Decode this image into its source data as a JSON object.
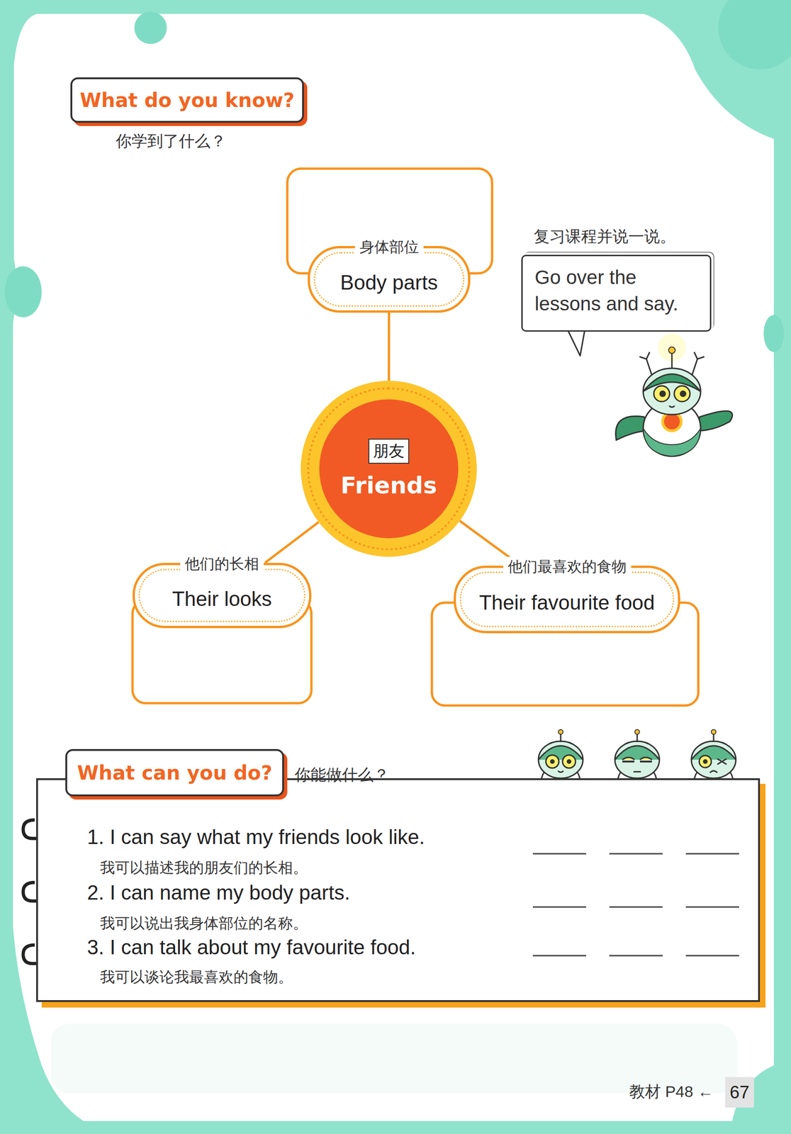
{
  "diagram": {
    "nodes": [
      {
        "text": [
          "What do you know?"
        ]
      },
      {
        "text": [
          "身体部位",
          "Body parts"
        ]
      },
      {
        "text": [
          "朋友",
          "Friends"
        ]
      },
      {
        "text": [
          "他们的长相",
          "Their looks"
        ]
      },
      {
        "text": [
          "他们最喜欢的食物",
          "Their favourite food"
        ]
      },
      {
        "text": [
          "Go over the lessons and say."
        ]
      },
      {
        "text": [
          "What can you do?"
        ]
      },
      {
        "text": [
          "1. I can say what my friends look like.",
          "我可以描述我的朋友们的长相。",
          "2. I can name my body parts.",
          "我可以说出我身体部位的名称。",
          "3. I can talk about my favourite food.",
          "我可以谈论我最喜欢的食物。"
        ]
      },
      {
        "text": [
          "67"
        ]
      }
    ],
    "edges": [
      {
        "from": 2,
        "to": 1,
        "arrow": "none"
      },
      {
        "from": 2,
        "to": 3,
        "arrow": "none"
      },
      {
        "from": 2,
        "to": 4,
        "arrow": "none"
      }
    ],
    "labels": [
      "你学到了什么？",
      "复习课程并说一说。",
      "你能做什么？",
      "教材 P48 ←"
    ]
  }
}
